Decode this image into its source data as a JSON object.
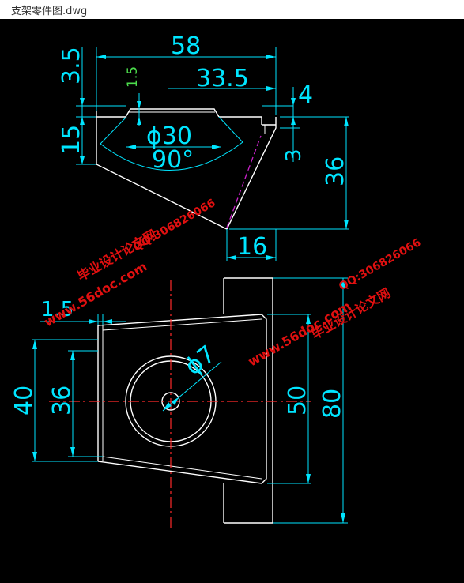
{
  "window": {
    "title": "支架零件图.dwg"
  },
  "drawing": {
    "colors": {
      "background": "#000000",
      "dimension": "#00e5ff",
      "outline": "#ffffff",
      "centerline": "#ff2a2a",
      "hidden": "#cc22cc",
      "note": "#4cdd4c"
    },
    "top_view": {
      "dims": {
        "width_58": "58",
        "thick_3_5": "3.5",
        "gap_1_5": "1.5",
        "offset_33_5": "33.5",
        "rib_4": "4",
        "height_15": "15",
        "bore_30": "ϕ30",
        "angle_90": "90°",
        "h_3": "3",
        "h_36": "36",
        "base_16": "16"
      }
    },
    "bottom_view": {
      "dims": {
        "flange_1_5": "1.5",
        "outer_40": "40",
        "inner_36": "36",
        "hole_7": "ϕ7",
        "h_50": "50",
        "h_80": "80"
      }
    },
    "watermarks": {
      "site_left": "www.56doc.com",
      "name_left": "毕业设计论文网",
      "qq_left": "QQ:306826066",
      "site_right": "www.56doc.com",
      "name_right": "毕业设计论文网",
      "qq_right": "QQ:306826066"
    }
  }
}
